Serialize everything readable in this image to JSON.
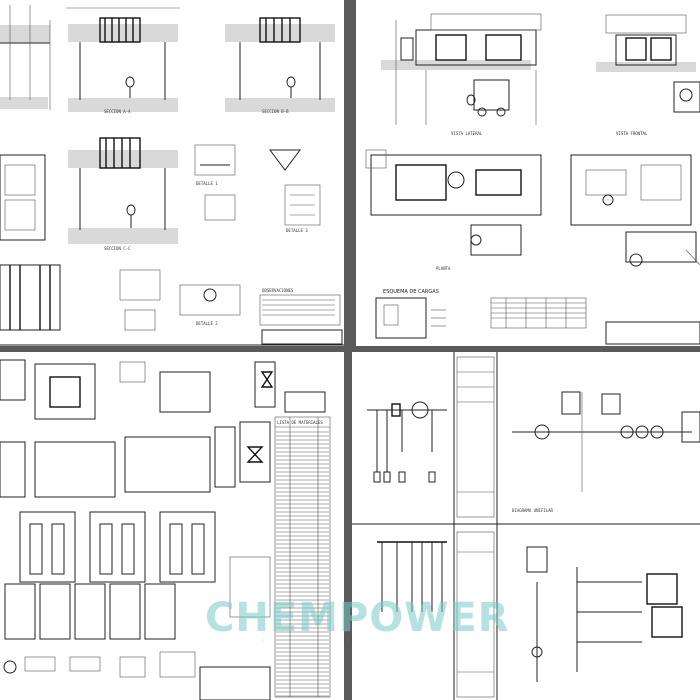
{
  "sheets": [
    {
      "id": "sheet-1",
      "labels": [
        "SECCION A-A",
        "SECCION B-B",
        "SECCION C-C",
        "DETALLE 1",
        "DETALLE 2",
        "DETALLE 3",
        "OBSERVACIONES"
      ]
    },
    {
      "id": "sheet-2",
      "labels": [
        "ESQUEMA DE CARGAS",
        "VISTA LATERAL",
        "VISTA FRONTAL",
        "PLANTA"
      ]
    },
    {
      "id": "sheet-3",
      "labels": [
        "LISTA DE MATERIALES"
      ]
    },
    {
      "id": "sheet-4",
      "labels": [
        "DIAGRAMA UNIFILAR"
      ]
    }
  ],
  "watermark": {
    "text": "CHEMPOWER",
    "sub": "· · · · · ·"
  }
}
